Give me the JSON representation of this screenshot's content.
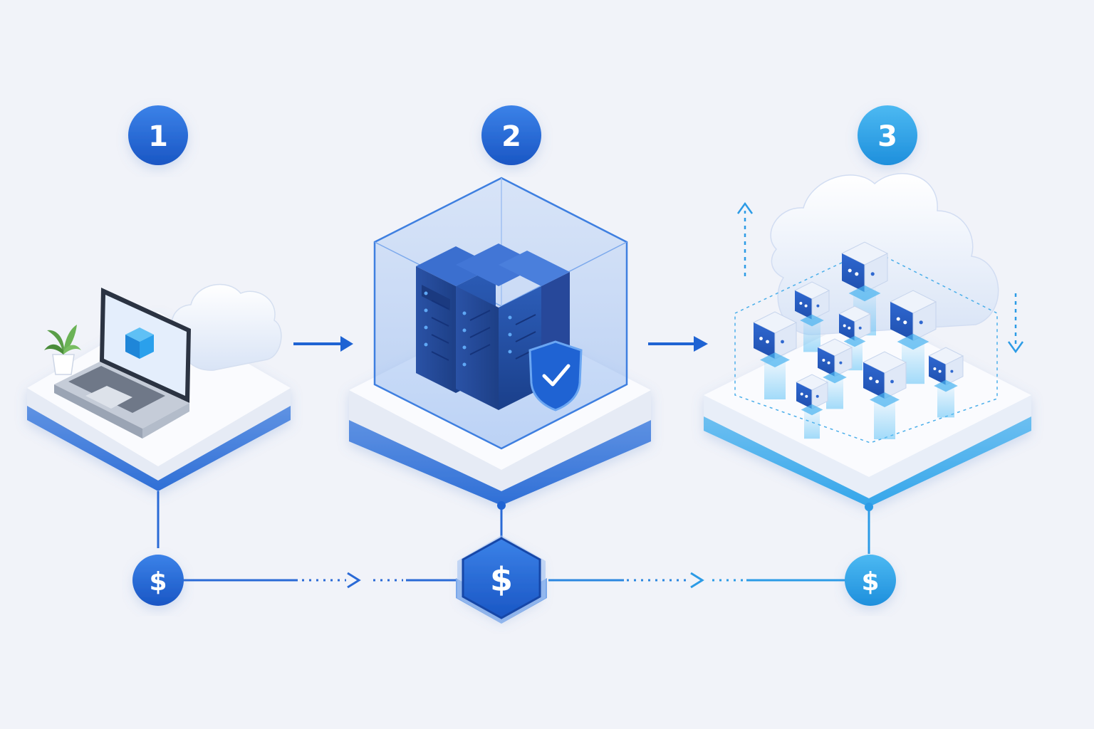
{
  "steps": [
    {
      "number": "1"
    },
    {
      "number": "2"
    },
    {
      "number": "3"
    }
  ],
  "cost_symbol": "$",
  "colors": {
    "background": "#f1f3f9",
    "primary_blue": "#1f63d3",
    "dark_blue": "#1d4f9e",
    "light_blue": "#29a3e8",
    "platform_white": "#fafbfe",
    "platform_edge": "#3d7ee0",
    "glass": "#8ab4f2",
    "leaf_green": "#5a9e48"
  },
  "icons": {
    "stage_1": [
      "laptop-icon",
      "plant-icon",
      "cube-icon",
      "cloud-icon"
    ],
    "stage_2": [
      "server-rack-icon",
      "glass-enclosure-icon",
      "shield-check-icon"
    ],
    "stage_3": [
      "cloud-icon",
      "container-node-icon",
      "scale-up-arrow-icon",
      "scale-down-arrow-icon"
    ],
    "cost_track": [
      "dollar-coin-icon",
      "dollar-hexagon-icon",
      "arrow-right-icon"
    ]
  }
}
